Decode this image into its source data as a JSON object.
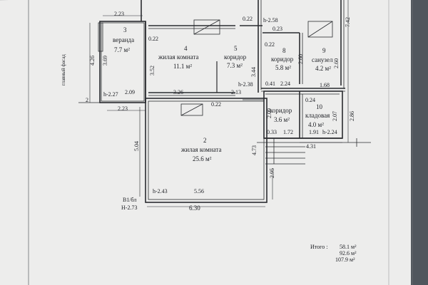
{
  "facade_label": "главный фасад",
  "rooms": [
    {
      "number": "3",
      "name": "веранда",
      "area": "7.7 м²"
    },
    {
      "number": "4",
      "name": "жилая комната",
      "area": "11.1 м²"
    },
    {
      "number": "5",
      "name": "коридор",
      "area": "7.3 м²"
    },
    {
      "number": "8",
      "name": "коридор",
      "area": "5.8 м²"
    },
    {
      "number": "9",
      "name": "санузел",
      "area": "4.2 м²"
    },
    {
      "number": "2",
      "name": "жилая комната",
      "area": "25.6 м²"
    },
    {
      "number": "",
      "name": "коридор",
      "area": "3.6 м²"
    },
    {
      "number": "10",
      "name": "кладовая",
      "area": "4.0 м²"
    }
  ],
  "dimensions": {
    "d223_top": "2.23",
    "d022_a": "0.22",
    "d258": "h-2.58",
    "d023": "0.23",
    "d742": "7.42",
    "d426": "4.26",
    "d369": "3.69",
    "d022_b": "0.22",
    "d352": "3.52",
    "d022_c": "0.22",
    "d344": "3.44",
    "d260_a": "2.60",
    "d260_b": "2.60",
    "d2": "2",
    "dh227": "h-2.27",
    "d209": "2.09",
    "d326": "3.26",
    "d213": "2.13",
    "dh238": "h-2.38",
    "d041": "0.41",
    "d224": "2.24",
    "d168": "1.68",
    "d223_bot": "2.23",
    "d022_d": "0.22",
    "d024": "0.24",
    "d286": "2.86",
    "d209_b": "2.09",
    "d207": "2.07",
    "d033": "0.33",
    "d172": "1.72",
    "d191": "1.91",
    "dh224": "h-2.24",
    "d504": "5.04",
    "d473": "4.73",
    "d431": "4.31",
    "d295": "2.95",
    "dh243": "h-2.43",
    "d556": "5.56",
    "d630": "6.30",
    "b1": "В1/бл",
    "h273": "Н-2.73"
  },
  "totals": {
    "label": "Итого :",
    "v1": "58.1 м²",
    "v2": "92.6 м²",
    "v3": "107.9 м²"
  }
}
